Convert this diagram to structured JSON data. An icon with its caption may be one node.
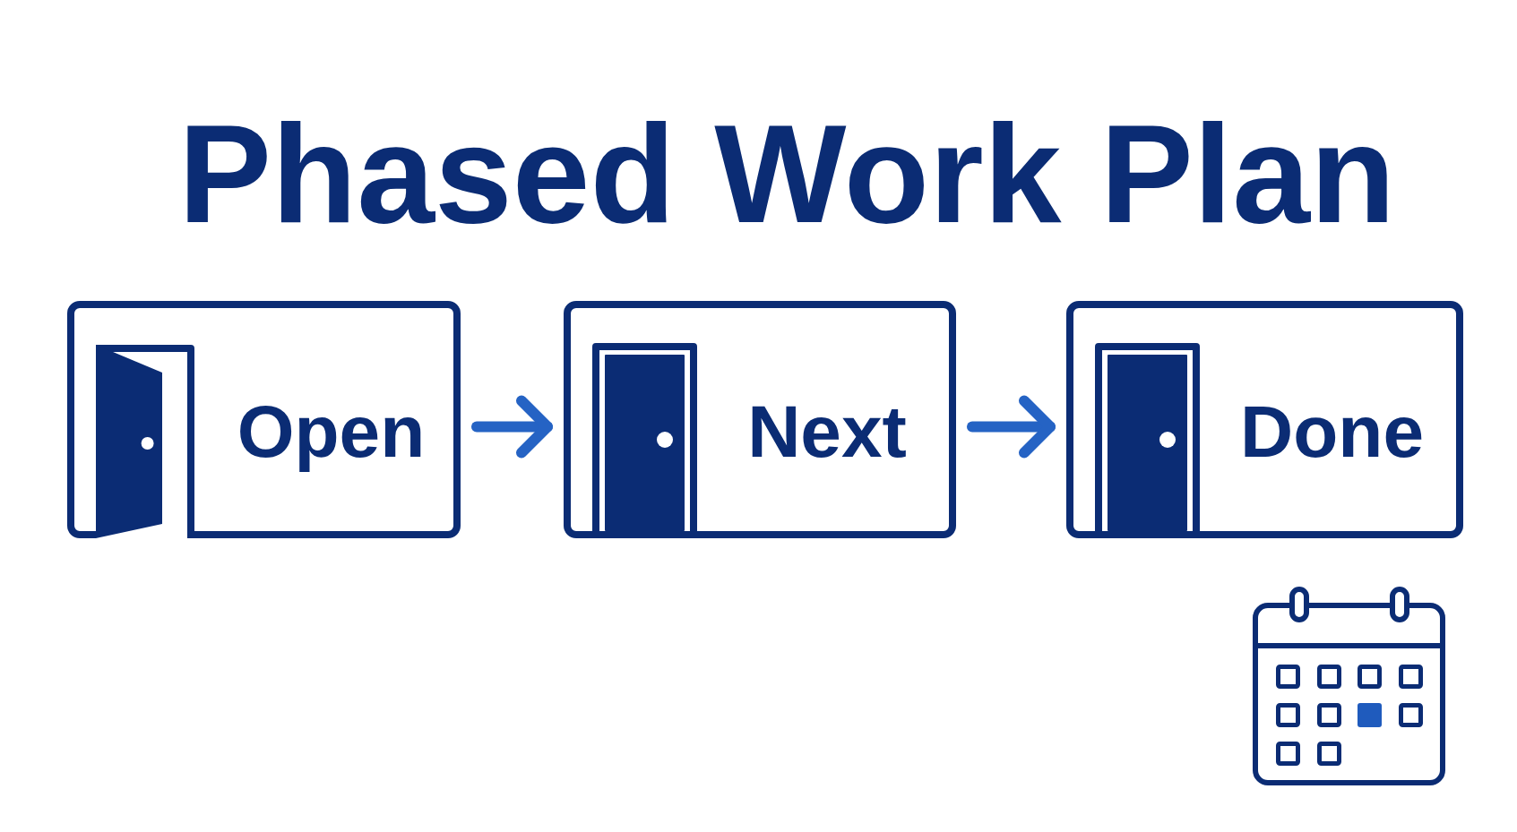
{
  "diagram": {
    "title": "Phased Work Plan",
    "nodes": [
      {
        "text": [
          "Open"
        ]
      },
      {
        "text": [
          "Next"
        ]
      },
      {
        "text": [
          "Done"
        ]
      }
    ],
    "edges": [
      {
        "from": 0,
        "to": 1,
        "arrow": "to"
      },
      {
        "from": 1,
        "to": 2,
        "arrow": "to"
      }
    ]
  }
}
